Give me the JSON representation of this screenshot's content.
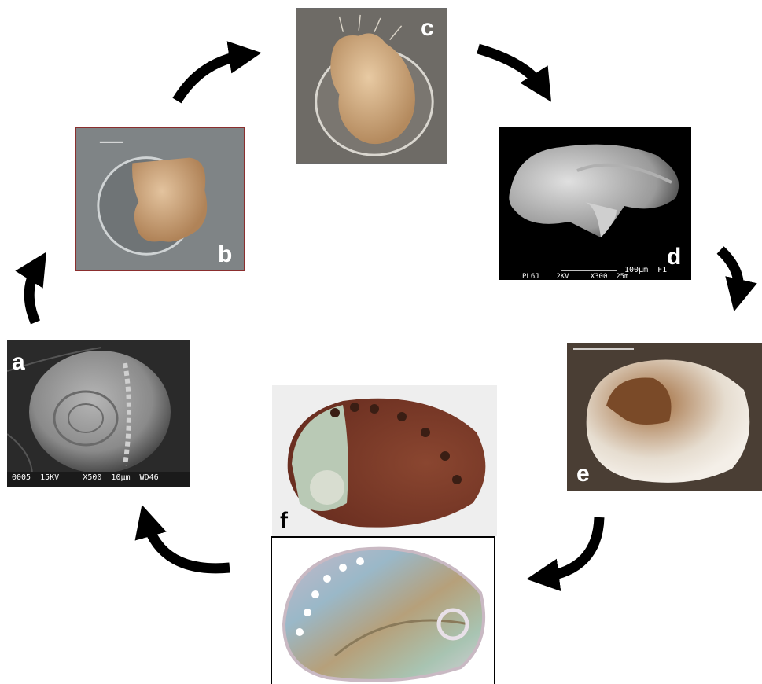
{
  "panels": {
    "a": {
      "label": "a",
      "scale_text": "0005  15KV     X500  10µm  WD46"
    },
    "b": {
      "label": "b"
    },
    "c": {
      "label": "c"
    },
    "d": {
      "label": "d",
      "scale_text_1": "100µm  F1",
      "scale_text_2": "PL6J    2KV     X300  25m"
    },
    "e": {
      "label": "e"
    },
    "f": {
      "label": "f"
    }
  },
  "colors": {
    "sem_gray": "#8a8a8a",
    "larva_tan": "#c8a27a",
    "shell_brown": "#7a3f2c",
    "arrow": "#000000"
  },
  "icons": [
    "cycle-arrow-icon"
  ]
}
